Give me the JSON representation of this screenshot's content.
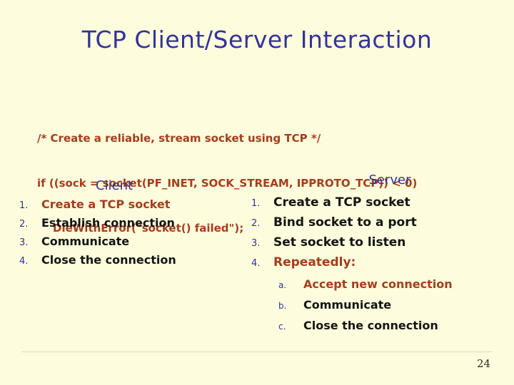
{
  "slide": {
    "title": "TCP Client/Server Interaction",
    "page_number": "24",
    "colors": {
      "background": "#FDFCDC",
      "heading_blue": "#333399",
      "highlight_red": "#A33E1E",
      "body_text": "#141414"
    },
    "code": {
      "lines": [
        "/* Create a reliable, stream socket using TCP */",
        "if ((sock = socket(PF_INET, SOCK_STREAM, IPPROTO_TCP)) < 0)",
        "DieWithError(\"socket() failed\");"
      ]
    },
    "client": {
      "heading": "Client",
      "items": [
        {
          "marker": "1.",
          "text": "Create a TCP socket",
          "highlight": true
        },
        {
          "marker": "2.",
          "text": "Establish connection",
          "highlight": false
        },
        {
          "marker": "3.",
          "text": "Communicate",
          "highlight": false
        },
        {
          "marker": "4.",
          "text": "Close the connection",
          "highlight": false
        }
      ]
    },
    "server": {
      "heading": "Server",
      "items": [
        {
          "marker": "1.",
          "text": "Create a TCP socket",
          "highlight": false
        },
        {
          "marker": "2.",
          "text": "Bind socket to a port",
          "highlight": false
        },
        {
          "marker": "3.",
          "text": "Set socket to listen",
          "highlight": false
        },
        {
          "marker": "4.",
          "text": "Repeatedly:",
          "highlight": true
        }
      ],
      "subitems": [
        {
          "marker": "a.",
          "text": "Accept new connection",
          "highlight": true
        },
        {
          "marker": "b.",
          "text": "Communicate",
          "highlight": false
        },
        {
          "marker": "c.",
          "text": "Close the connection",
          "highlight": false
        }
      ]
    }
  }
}
